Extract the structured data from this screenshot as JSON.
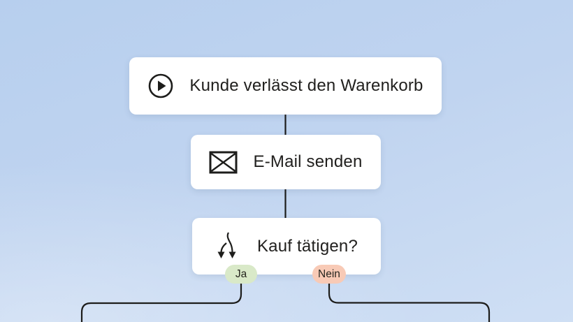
{
  "flowchart": {
    "nodes": [
      {
        "id": "trigger",
        "icon": "play-circle-icon",
        "label": "Kunde verlässt den Warenkorb"
      },
      {
        "id": "action",
        "icon": "envelope-icon",
        "label": "E-Mail senden"
      },
      {
        "id": "decision",
        "icon": "branch-split-icon",
        "label": "Kauf tätigen?"
      }
    ],
    "branch_labels": {
      "yes": {
        "label": "Ja",
        "color": "#d9e9c8"
      },
      "no": {
        "label": "Nein",
        "color": "#f8cab6"
      }
    },
    "colors": {
      "background_top": "#b7cfee",
      "background_bottom": "#cfdff4",
      "node_background": "#ffffff",
      "connector_line": "#1d1d1b",
      "text": "#21201e"
    }
  }
}
